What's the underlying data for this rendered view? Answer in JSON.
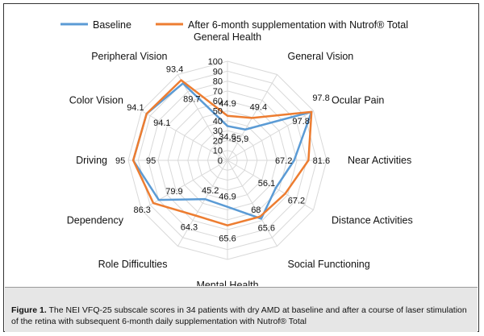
{
  "chart_data": {
    "type": "radar",
    "axes": [
      "General Health",
      "General Vision",
      "Ocular Pain",
      "Near Activities",
      "Distance Activities",
      "Social Functioning",
      "Mental Health",
      "Role Difficulties",
      "Dependency",
      "Driving",
      "Color Vision",
      "Peripheral Vision"
    ],
    "rlim": [
      0,
      100
    ],
    "ticks": [
      "0",
      "10",
      "20",
      "30",
      "40",
      "50",
      "60",
      "70",
      "80",
      "90",
      "100"
    ],
    "grid": true,
    "legend_position": "top",
    "series": [
      {
        "name": "Baseline",
        "color": "#5b9bd5",
        "values": [
          34.6,
          35.9,
          97.8,
          67.2,
          56.1,
          68,
          46.9,
          45.2,
          79.9,
          95,
          94.1,
          89.7
        ],
        "labels": [
          "34,6",
          "35,9",
          "97.8",
          "67.2",
          "56.1",
          "68",
          "46.9",
          "45.2",
          "79.9",
          "95",
          "94.1",
          "89.7"
        ]
      },
      {
        "name": "After 6-month supplementation with Nutrof® Total",
        "color": "#ed7d31",
        "values": [
          44.9,
          49.4,
          97.8,
          81.6,
          67.2,
          65.6,
          65.6,
          64.3,
          86.3,
          95,
          94.1,
          93.4
        ],
        "labels": [
          "44.9",
          "49.4",
          "97.8",
          "81.6",
          "67.2",
          "65.6",
          "65.6",
          "64.3",
          "86.3",
          "95",
          "94.1",
          "93.4"
        ]
      }
    ]
  },
  "caption": {
    "label": "Figure 1.",
    "text": " The NEI VFQ-25 subscale scores in 34 patients with dry AMD at baseline and after a course of laser stimulation of the retina with subsequent 6-month daily supplementation with Nutrof® Total"
  }
}
